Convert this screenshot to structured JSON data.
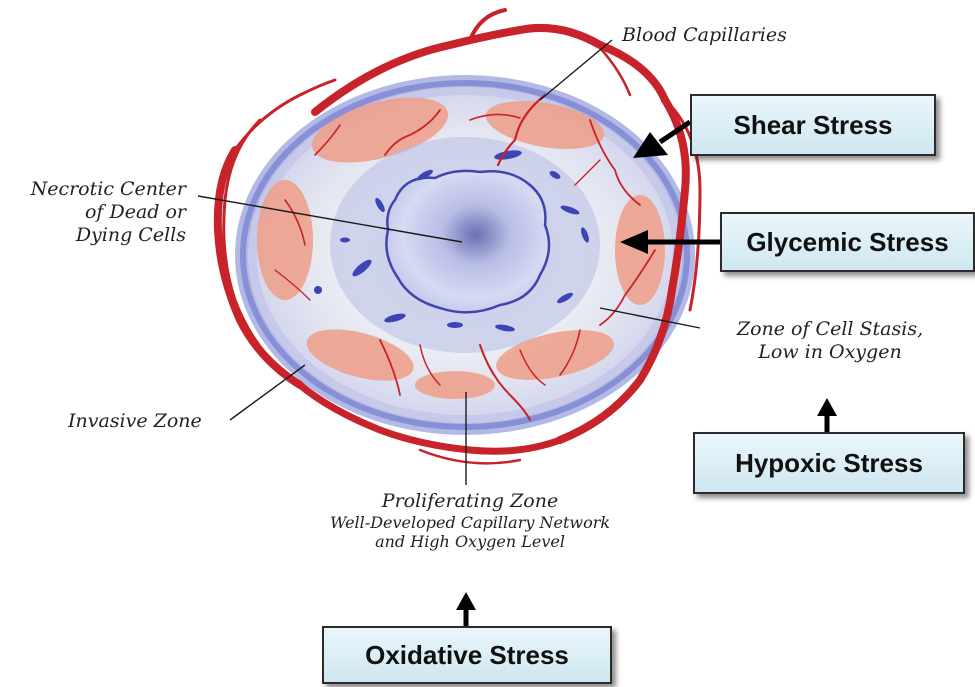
{
  "labels": {
    "blood_capillaries": "Blood Capillaries",
    "necrotic_center": [
      "Necrotic Center",
      "of Dead or",
      "Dying Cells"
    ],
    "zone_cell_stasis": [
      "Zone of Cell Stasis,",
      "Low in Oxygen"
    ],
    "invasive_zone": "Invasive Zone",
    "proliferating_zone": {
      "title": "Proliferating Zone",
      "subtitle": [
        "Well-Developed Capillary Network",
        "and High Oxygen Level"
      ]
    }
  },
  "stresses": {
    "shear": "Shear Stress",
    "glycemic": "Glycemic Stress",
    "hypoxic": "Hypoxic Stress",
    "oxidative": "Oxidative Stress"
  },
  "colors": {
    "capillary_red": "#c8232b",
    "invasive_blue": "#8d95d8",
    "stasis_orange": "#ee9a86",
    "necrotic_blue": "#5056b8",
    "box_fill": "#dcedf5"
  }
}
